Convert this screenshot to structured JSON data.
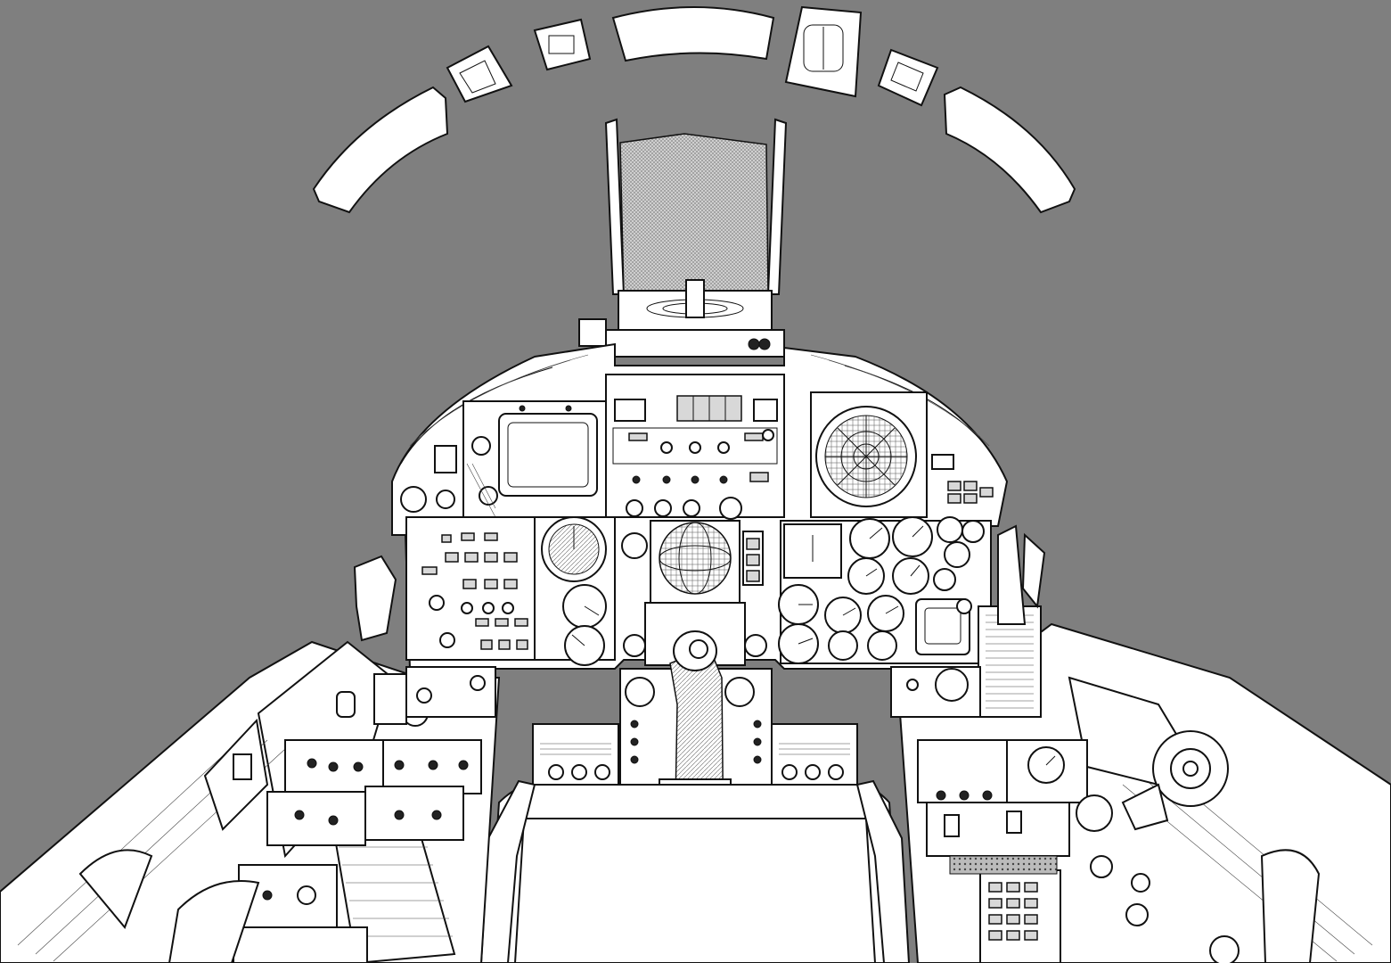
{
  "scene": {
    "background_color": "#7f7f7f",
    "line_color": "#111111",
    "fill_color": "#ffffff",
    "canopy_mesh_color": "#9a9a9a"
  },
  "gauges": {
    "upper_center_row": 4,
    "right_cluster_count": 14,
    "left_cluster_count": 4
  }
}
